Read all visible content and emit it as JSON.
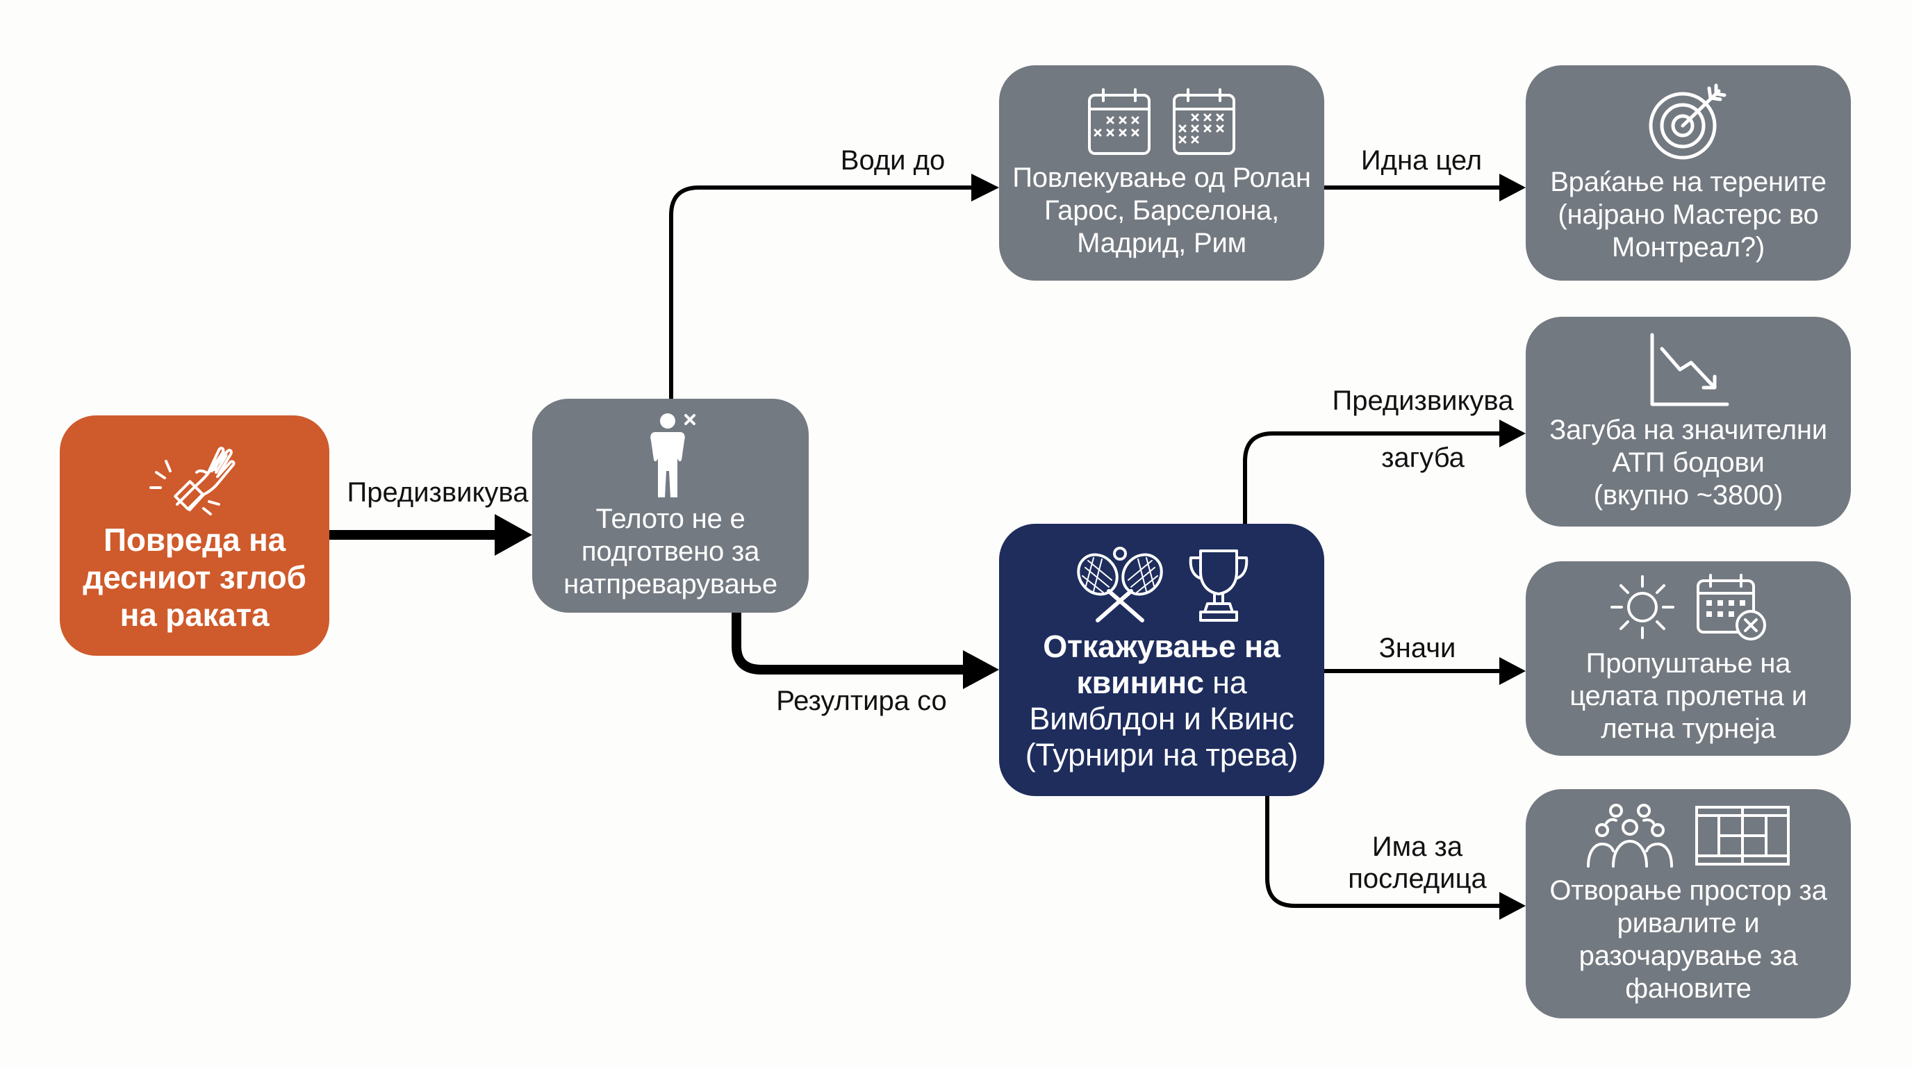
{
  "colors": {
    "injury": "#cf5a2b",
    "gray_node": "#737980",
    "navy_node": "#1e2d5c",
    "arrow": "#000000",
    "background": "#fdfdfb"
  },
  "nodes": {
    "injury": {
      "text": "Повреда на\nдесниот зглоб\nна раката",
      "icon": "injured-wrist-icon"
    },
    "body": {
      "text": "Телото не е\nподготвено за\nнатпреварување",
      "icon": "unready-person-icon"
    },
    "withdraw": {
      "text": "Повлекување од Ролан\nГарос, Барселона,\nМадрид, Рим",
      "icons": [
        "calendar-cancelled-icon",
        "calendar-cancelled-icon"
      ]
    },
    "return": {
      "text": "Враќање на терените\n(најрано Мастерс во\nМонтреал?)",
      "icon": "target-icon"
    },
    "cancel": {
      "bold": "Откажување на\nквининс",
      "text": " на\nВимблдон и Квинс\n(Турнири на трева)",
      "icons": [
        "tennis-rackets-icon",
        "trophy-icon"
      ]
    },
    "points": {
      "text": "Загуба на значителни\nАТП бодови\n(вкупно ~3800)",
      "icon": "declining-chart-icon"
    },
    "season": {
      "text": "Пропуштање на\nцелата пролетна и\nлетна турнеја",
      "icons": [
        "sun-icon",
        "calendar-x-icon"
      ]
    },
    "rivals": {
      "text": "Отворање простор за\nривалите и\nразочарување за\nфановите",
      "icons": [
        "crowd-icon",
        "tennis-court-icon"
      ]
    }
  },
  "edges": {
    "causes1": "Предизвикува",
    "leads_to": "Води до",
    "next_goal": "Идна цел",
    "causes2": "Предизвикува",
    "loss": "загуба",
    "results_in": "Резултира со",
    "means": "Значи",
    "consequence": "Има за\nпоследица"
  }
}
